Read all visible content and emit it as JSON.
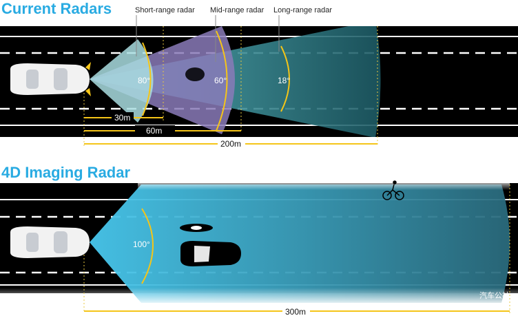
{
  "top": {
    "title": "Current Radars",
    "labels": {
      "short": "Short-range radar",
      "mid": "Mid-range radar",
      "long": "Long-range radar"
    },
    "angles": {
      "short": "80°",
      "mid": "60°",
      "long": "18°"
    },
    "distances": {
      "short": "30m",
      "mid": "60m",
      "long": "200m"
    }
  },
  "bottom": {
    "title": "4D Imaging Radar",
    "angle": "100°",
    "distance": "300m"
  },
  "watermark": "汽车公社",
  "colors": {
    "title": "#29abe2",
    "accent": "#f5c518",
    "short": "#8fd3dc",
    "mid": "#8a7ab8",
    "long": "#2e8a96",
    "imaging": "#3fb8d8"
  }
}
